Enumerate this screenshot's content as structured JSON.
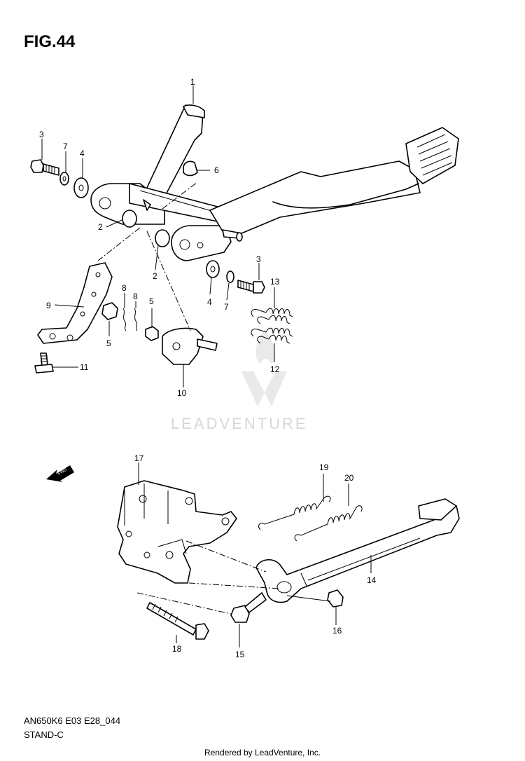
{
  "figure": {
    "title": "FIG.44"
  },
  "callouts": [
    "1",
    "2",
    "2",
    "3",
    "3",
    "4",
    "4",
    "5",
    "5",
    "6",
    "7",
    "7",
    "8",
    "8",
    "9",
    "10",
    "11",
    "12",
    "13",
    "14",
    "15",
    "16",
    "17",
    "18",
    "19",
    "20"
  ],
  "fwd_label": "FWD",
  "watermark": "LEADVENTURE",
  "diagram_code": "AN650K6 E03 E28_044",
  "diagram_name": "STAND-C",
  "rendered_by": "Rendered by LeadVenture, Inc."
}
